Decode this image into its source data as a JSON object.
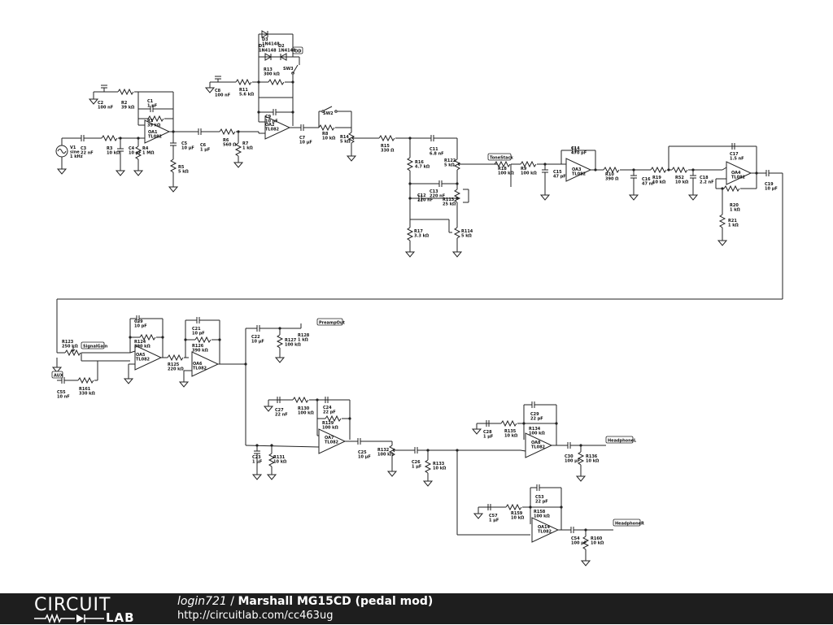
{
  "footer": {
    "logo_top": "CIRCUIT",
    "logo_bottom": "LAB",
    "user": "login721",
    "separator": " / ",
    "project": "Marshall MG15CD (pedal mod)",
    "url": "http://circuitlab.com/cc463ug"
  },
  "nets": {
    "od": "OD",
    "tonestack": "ToneStack",
    "signalgain": "SignalGain",
    "aux": "AUX",
    "preampout": "PreampOut",
    "headphonel": "HeadphoneL",
    "headphoner": "HeadphoneR"
  },
  "parts": {
    "v1": [
      "V1",
      "sine",
      "1 kHz"
    ],
    "c2": [
      "C2",
      "100 nF"
    ],
    "r2": [
      "R2",
      "39 kΩ"
    ],
    "c1": [
      "C1",
      "1 nF"
    ],
    "r1": [
      "R1",
      "39 kΩ"
    ],
    "oa1": [
      "OA1",
      "TL082"
    ],
    "c3": [
      "C3",
      "22 nF"
    ],
    "r3": [
      "R3",
      "10 kΩ"
    ],
    "c4": [
      "C4",
      "10 pF"
    ],
    "r4": [
      "R4",
      "1 MΩ"
    ],
    "c5": [
      "C5",
      "10 µF"
    ],
    "r5": [
      "R5",
      "5 kΩ"
    ],
    "c6": [
      "C6",
      "1 µF"
    ],
    "r6": [
      "R6",
      "560 Ω"
    ],
    "r7": [
      "R7",
      "1 kΩ"
    ],
    "c8": [
      "C8",
      "100 nF"
    ],
    "r11": [
      "R11",
      "5.6 kΩ"
    ],
    "d3": [
      "D3",
      "1N4148"
    ],
    "d1": [
      "D1",
      "1N4148"
    ],
    "d2": [
      "D2",
      "1N4148"
    ],
    "r13": [
      "R13",
      "300 kΩ"
    ],
    "sw3": [
      "SW3"
    ],
    "c9": [
      "C9",
      "10 pF"
    ],
    "oa2": [
      "OA2",
      "TL082"
    ],
    "c7": [
      "C7",
      "10 µF"
    ],
    "sw2": [
      "SW2"
    ],
    "r8": [
      "R8",
      "10 kΩ"
    ],
    "r14": [
      "R14",
      "5 kΩ"
    ],
    "r15": [
      "R15",
      "330 Ω"
    ],
    "r16": [
      "R16",
      "4.7 kΩ"
    ],
    "c11": [
      "C11",
      "6.8 nF"
    ],
    "r122": [
      "R122",
      "5 kΩ"
    ],
    "c13": [
      "C13",
      "220 nF"
    ],
    "c12": [
      "C12",
      "220 nF"
    ],
    "r113": [
      "R113",
      "25 kΩ"
    ],
    "r17": [
      "R17",
      "3.3 kΩ"
    ],
    "r114": [
      "R114",
      "5 kΩ"
    ],
    "r18": [
      "R18",
      "100 kΩ"
    ],
    "r9": [
      "R9",
      "100 kΩ"
    ],
    "c15": [
      "C15",
      "47 pF"
    ],
    "c14": [
      "C14",
      "470 pF"
    ],
    "oa3": [
      "OA3",
      "TL082"
    ],
    "r10": [
      "R10",
      "390 Ω"
    ],
    "c16": [
      "C16",
      "47 nF"
    ],
    "r19": [
      "R19",
      "10 kΩ"
    ],
    "r52": [
      "R52",
      "10 kΩ"
    ],
    "c18": [
      "C18",
      "2.2 nF"
    ],
    "c17": [
      "C17",
      "1.5 nF"
    ],
    "oa4": [
      "OA4",
      "TL082"
    ],
    "r20": [
      "R20",
      "1 kΩ"
    ],
    "r21": [
      "R21",
      "1 kΩ"
    ],
    "c19": [
      "C19",
      "10 µF"
    ],
    "r123": [
      "R123",
      "250 kΩ"
    ],
    "c55": [
      "C55",
      "10 nF"
    ],
    "r161": [
      "R161",
      "330 kΩ"
    ],
    "c29": [
      "C29",
      "10 pF"
    ],
    "r124": [
      "R124",
      "390 kΩ"
    ],
    "oa5": [
      "OA5",
      "TL082"
    ],
    "r125": [
      "R125",
      "220 kΩ"
    ],
    "c21": [
      "C21",
      "10 pF"
    ],
    "r126": [
      "R126",
      "390 kΩ"
    ],
    "oa6": [
      "OA6",
      "TL082"
    ],
    "c22": [
      "C22",
      "10 µF"
    ],
    "r127": [
      "R127",
      "100 kΩ"
    ],
    "r128": [
      "R128",
      "1 kΩ"
    ],
    "c27": [
      "C27",
      "22 nF"
    ],
    "r130": [
      "R130",
      "100 kΩ"
    ],
    "c24": [
      "C24",
      "22 pF"
    ],
    "r129": [
      "R129",
      "100 kΩ"
    ],
    "oa7": [
      "OA7",
      "TL082"
    ],
    "c23": [
      "C23",
      "1 µF"
    ],
    "r131": [
      "R131",
      "10 kΩ"
    ],
    "c25": [
      "C25",
      "10 µF"
    ],
    "r132": [
      "R132",
      "100 kΩ"
    ],
    "c26": [
      "C26",
      "1 µF"
    ],
    "r133": [
      "R133",
      "10 kΩ"
    ],
    "c28": [
      "C28",
      "1 µF"
    ],
    "r135": [
      "R135",
      "10 kΩ"
    ],
    "c29b": [
      "C29",
      "22 pF"
    ],
    "r134": [
      "R134",
      "100 kΩ"
    ],
    "oa8": [
      "OA8",
      "TL082"
    ],
    "c30": [
      "C30",
      "100 µF"
    ],
    "r136": [
      "R136",
      "10 kΩ"
    ],
    "c57": [
      "C57",
      "1 µF"
    ],
    "r159": [
      "R159",
      "10 kΩ"
    ],
    "c53": [
      "C53",
      "22 pF"
    ],
    "r158": [
      "R158",
      "100 kΩ"
    ],
    "oa14": [
      "OA14",
      "TL082"
    ],
    "c54": [
      "C54",
      "100 µF"
    ],
    "r160": [
      "R160",
      "10 kΩ"
    ]
  }
}
